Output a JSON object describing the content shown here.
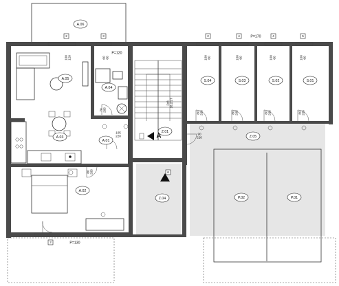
{
  "rooms": {
    "a06": "A.06",
    "a05": "A.05",
    "a04": "A.04",
    "a03": "A.03",
    "a02": "A.02",
    "a01": "A.01",
    "s04": "S.04",
    "s03": "S.03",
    "s02": "S.02",
    "s01": "S.01",
    "z01": "Z.01",
    "z04": "Z.04",
    "z05": "Z.05",
    "p02": "P.02",
    "p01": "P.01"
  },
  "window_sizes": {
    "a05": "100\n120",
    "a04": "60\n60",
    "s04": "100\n60",
    "s03": "100\n60",
    "s02": "100\n60",
    "s01": "100\n60",
    "stair": "2x8\n16,2/27",
    "z01_door": "90\n220",
    "a01_door": "105\n220"
  },
  "door_sizes": {
    "a04": "70\n205",
    "a01": "80\n205",
    "s04": "80\n205",
    "s03": "80\n205",
    "s02": "80\n205",
    "s01": "80\n205",
    "a02": "80\n205"
  },
  "parapet": {
    "bath": "P=120",
    "storage": "P=170",
    "bottom": "P=130"
  },
  "section_mark": "A",
  "window_tags": [
    "2",
    "3",
    "2",
    "4",
    "4",
    "5",
    "2",
    "6"
  ]
}
